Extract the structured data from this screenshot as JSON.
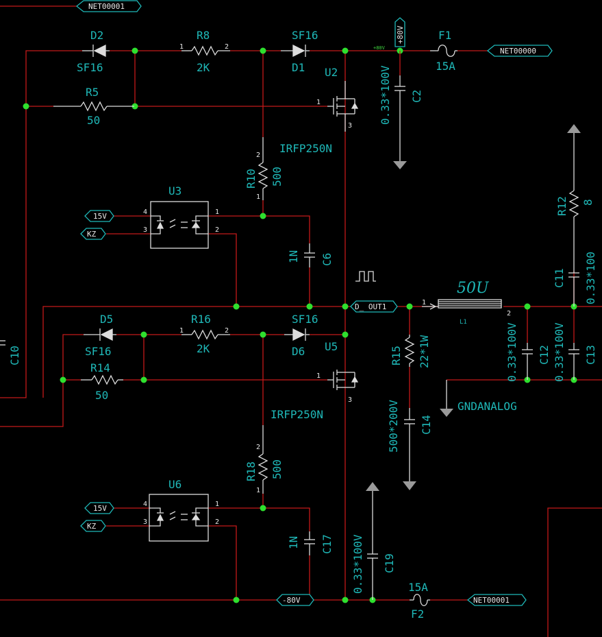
{
  "ports": {
    "top_net": "NET00001",
    "right_top_net": "NET00000",
    "bottom_net": "NET00001",
    "u3_15v": "15V",
    "u3_kz": "KZ",
    "u6_15v": "15V",
    "u6_kz": "KZ",
    "d_out": "D_ OUT1",
    "minus80": "-80V",
    "plus80": "+80V",
    "gndanalog": "GNDANALOG"
  },
  "components": {
    "d2": {
      "ref": "D2",
      "value": "SF16"
    },
    "r8": {
      "ref": "R8",
      "value": "2K",
      "pin1": "1",
      "pin2": "2"
    },
    "d1": {
      "ref": "D1",
      "value": "SF16"
    },
    "r5": {
      "ref": "R5",
      "value": "50"
    },
    "u2": {
      "ref": "U2",
      "value": "IRFP250N",
      "pin1": "1",
      "pin3": "3"
    },
    "r10": {
      "ref": "R10",
      "value": "500",
      "pin1": "1",
      "pin2": "2"
    },
    "u3": {
      "ref": "U3",
      "pin1": "1",
      "pin2": "2",
      "pin3": "3",
      "pin4": "4"
    },
    "c6": {
      "ref": "C6",
      "value": "1N"
    },
    "c2": {
      "ref": "C2",
      "value": "0.33*100V"
    },
    "f1": {
      "ref": "F1",
      "value": "15A"
    },
    "r12": {
      "ref": "R12",
      "value": "8"
    },
    "c11": {
      "ref": "C11",
      "value": "0.33*100"
    },
    "c10": {
      "ref": "C10"
    },
    "l1": {
      "ref": "L1",
      "value": "50U",
      "pin1": "1",
      "pin2": "2"
    },
    "r15": {
      "ref": "R15",
      "value": "22*1W"
    },
    "c14": {
      "ref": "C14",
      "value": "500*200V"
    },
    "c12": {
      "ref": "C12",
      "value": "0.33*100V"
    },
    "c13": {
      "ref": "C13",
      "value": "0.33*100V"
    },
    "d5": {
      "ref": "D5",
      "value": "SF16"
    },
    "r16": {
      "ref": "R16",
      "value": "2K",
      "pin1": "1",
      "pin2": "2"
    },
    "d6": {
      "ref": "D6",
      "value": "SF16"
    },
    "r14": {
      "ref": "R14",
      "value": "50"
    },
    "u5": {
      "ref": "U5",
      "value": "IRFP250N",
      "pin1": "1",
      "pin3": "3"
    },
    "r18": {
      "ref": "R18",
      "value": "500",
      "pin1": "1",
      "pin2": "2"
    },
    "u6": {
      "ref": "U6",
      "pin1": "1",
      "pin2": "2",
      "pin3": "3",
      "pin4": "4"
    },
    "c17": {
      "ref": "C17",
      "value": "1N"
    },
    "c19": {
      "ref": "C19",
      "value": "0.33*100V"
    },
    "f2": {
      "ref": "F2",
      "value": "15A"
    }
  },
  "net_labels": {
    "top_rail": "+80V"
  },
  "colors": {
    "wire": "#c41a1a",
    "junction": "#2ee02e",
    "ref_text": "#1fb8b8",
    "body": "#dcdcdc",
    "background": "#000000"
  }
}
